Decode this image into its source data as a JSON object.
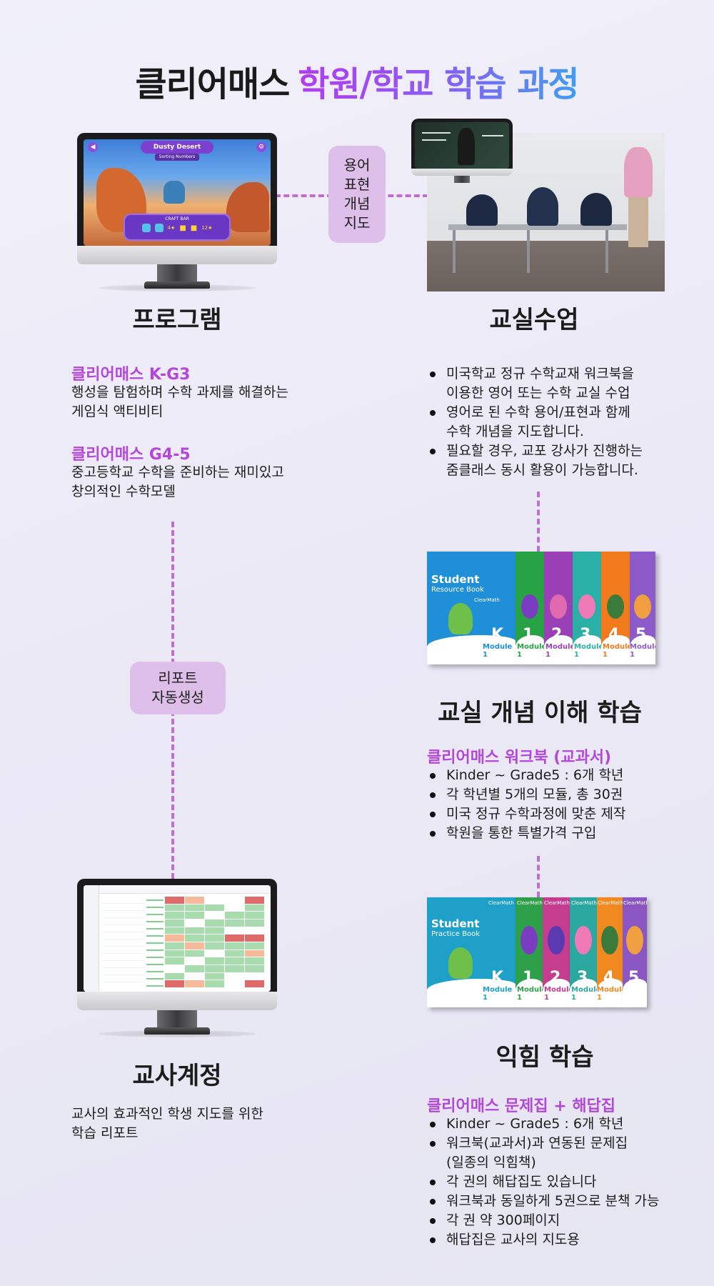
{
  "title": {
    "part1": "클리어매스",
    "part2": "학원/학교 학습 과정"
  },
  "tags": {
    "vocabulary": "용어\n표현\n개념\n지도",
    "report": "리포트\n자동생성"
  },
  "game_screen": {
    "level_name": "Dusty Desert",
    "level_sub": "Sorting Numbers",
    "panel_label": "CRAFT BAR",
    "stat1": "4★",
    "stat2": "12★"
  },
  "program": {
    "heading": "프로그램",
    "items": [
      {
        "title": "클리어매스 K-G3",
        "desc": "행성을 탐험하며 수학 과제를 해결하는\n게임식 액티비티"
      },
      {
        "title": "클리어매스 G4-5",
        "desc": "중고등학교 수학을 준비하는 재미있고\n창의적인 수학모델"
      }
    ]
  },
  "classroom": {
    "heading": "교실수업",
    "bullets": [
      "미국학교 정규 수학교재 워크북을\n이용한 영어 또는 수학 교실 수업",
      "영어로 된 수학 용어/표현과 함께\n수학 개념을 지도합니다.",
      "필요할 경우, 교포 강사가 진행하는\n줌클래스 동시 활용이 가능합니다."
    ]
  },
  "resource_books": {
    "cover_title": "Student",
    "cover_sub": "Resource Book",
    "brand": "ClearMath",
    "grades": [
      "K",
      "1",
      "2",
      "3",
      "4",
      "5"
    ],
    "module_label": "Module 1",
    "colors": [
      "#1f8fd8",
      "#27a345",
      "#9a3fb6",
      "#2bb0a8",
      "#f07a1c",
      "#8d5bc9"
    ]
  },
  "concept": {
    "heading": "교실 개념 이해 학습",
    "sub_title": "클리어매스 워크북 (교과서)",
    "bullets": [
      "Kinder ~ Grade5 : 6개 학년",
      "각 학년별 5개의 모듈, 총 30권",
      "미국 정규 수학과정에 맞춘 제작",
      "학원을 통한 특별가격 구입"
    ]
  },
  "practice_books": {
    "cover_title": "Student",
    "cover_sub": "Practice Book",
    "brand": "ClearMath",
    "grades": [
      "K",
      "1",
      "2",
      "3",
      "4",
      "5"
    ],
    "module_label": "Module 1",
    "colors": [
      "#1ea0c8",
      "#2fa04a",
      "#c43d8e",
      "#2aa8a0",
      "#f08a20",
      "#8a56c2"
    ]
  },
  "practice": {
    "heading": "익힘 학습",
    "sub_title": "클리어매스 문제집 + 해답집",
    "bullets": [
      "Kinder ~ Grade5 : 6개 학년",
      "워크북(교과서)과 연동된 문제집\n(일종의 익힘책)",
      "각 권의 해답집도 있습니다",
      "워크북과 동일하게 5권으로 분책 가능",
      "각 권 약 300페이지",
      "해답집은 교사의 지도용"
    ]
  },
  "teacher": {
    "heading": "교사계정",
    "desc": "교사의 효과적인 학생 지도를 위한\n학습 리포트"
  }
}
